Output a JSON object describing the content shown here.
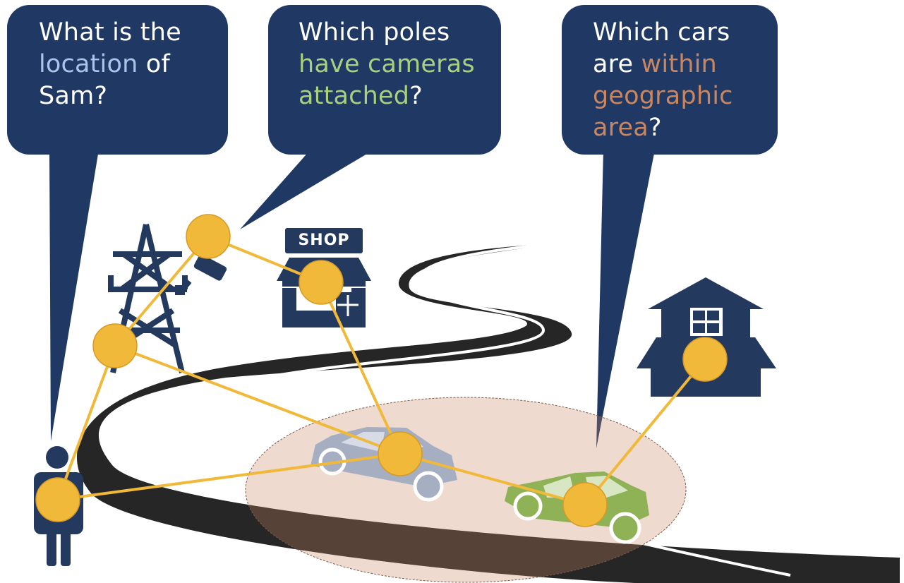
{
  "questions": [
    {
      "id": "sam",
      "parts": [
        {
          "text": "What is the",
          "style": "plain"
        },
        {
          "text": "location",
          "style": "blue"
        },
        {
          "text": " of",
          "style": "plain"
        },
        {
          "text": "Sam?",
          "style": "plain"
        }
      ]
    },
    {
      "id": "poles",
      "parts": [
        {
          "text": "Which poles",
          "style": "plain"
        },
        {
          "text": "have cameras",
          "style": "green"
        },
        {
          "text": "attached",
          "style": "green"
        },
        {
          "text": "?",
          "style": "plain"
        }
      ]
    },
    {
      "id": "cars",
      "parts": [
        {
          "text": "Which cars",
          "style": "plain"
        },
        {
          "text": "are ",
          "style": "plain"
        },
        {
          "text": "within",
          "style": "orange"
        },
        {
          "text": "geographic",
          "style": "orange"
        },
        {
          "text": "area",
          "style": "orange"
        },
        {
          "text": "?",
          "style": "plain"
        }
      ]
    }
  ],
  "shop_sign": "SHOP",
  "colors": {
    "bubble": "#1f3864",
    "icon": "#23395d",
    "node": "#f0b93a",
    "edge": "#f0b93a",
    "road": "#262626",
    "area": "#c9865f",
    "car_gray": "#a6aec1",
    "car_green": "#8fb257",
    "highlight_blue": "#a9c6ea",
    "highlight_green": "#a9cf80",
    "highlight_orange": "#c9865f"
  },
  "icons": [
    "person-icon",
    "power-pylon-icon",
    "security-camera-icon",
    "shop-icon",
    "house-icon",
    "car-icon"
  ]
}
